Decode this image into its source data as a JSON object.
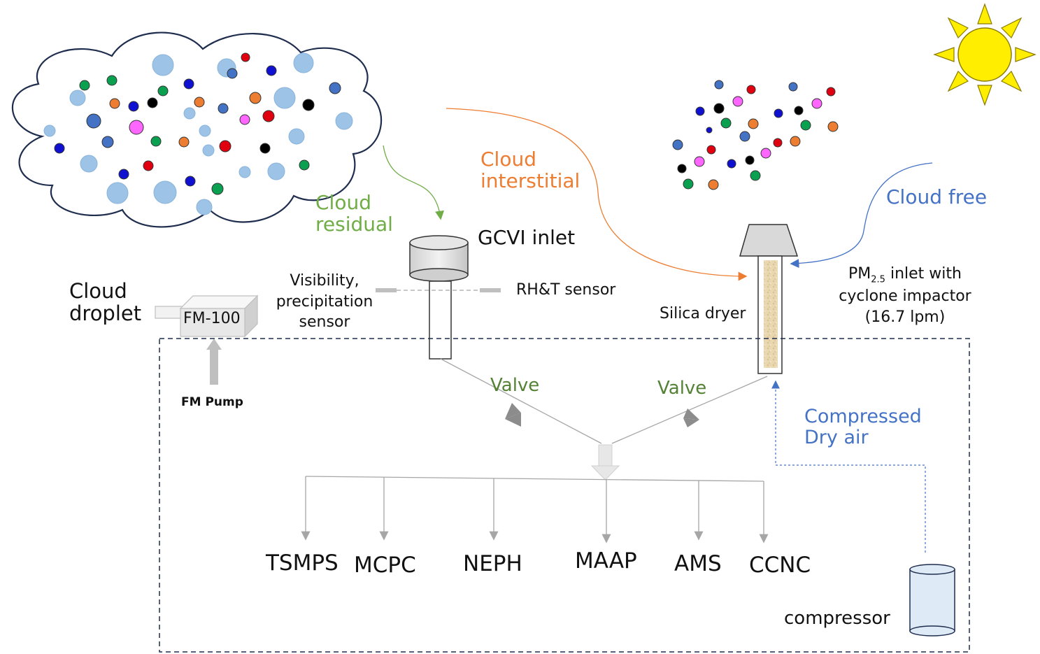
{
  "labels": {
    "cloud_residual": [
      "Cloud",
      "residual"
    ],
    "cloud_interstitial": [
      "Cloud",
      "interstitial"
    ],
    "cloud_free": "Cloud free",
    "gcvi_inlet": "GCVI inlet",
    "cloud_droplet": [
      "Cloud",
      "droplet"
    ],
    "fm100": "FM-100",
    "fm_pump": "FM Pump",
    "visibility_sensor": [
      "Visibility,",
      "precipitation",
      "sensor"
    ],
    "rht_sensor": "RH&T sensor",
    "silica_dryer": "Silica dryer",
    "pm25_prefix": "PM",
    "pm25_sub": "2.5",
    "pm25_suffix": " inlet with",
    "pm25_line2": "cyclone impactor",
    "pm25_line3": "(16.7 lpm)",
    "valve_left": "Valve",
    "valve_right": "Valve",
    "compressed_air": [
      "Compressed",
      "Dry air"
    ],
    "compressor": "compressor"
  },
  "instruments": [
    "TSMPS",
    "MCPC",
    "NEPH",
    "MAAP",
    "AMS",
    "CCNC"
  ],
  "colors": {
    "green": "#70ad47",
    "orange": "#ed7d31",
    "blue": "#4472c4",
    "dark_green": "#548235",
    "droplet": "#9dc3e6",
    "sun": "#ffee00",
    "line_gray": "#a6a6a6"
  },
  "icons": [
    "cloud-icon",
    "sun-icon",
    "gcvi-inlet-icon",
    "pm25-inlet-icon",
    "fm100-box-icon",
    "compressor-icon",
    "valve-icon"
  ]
}
